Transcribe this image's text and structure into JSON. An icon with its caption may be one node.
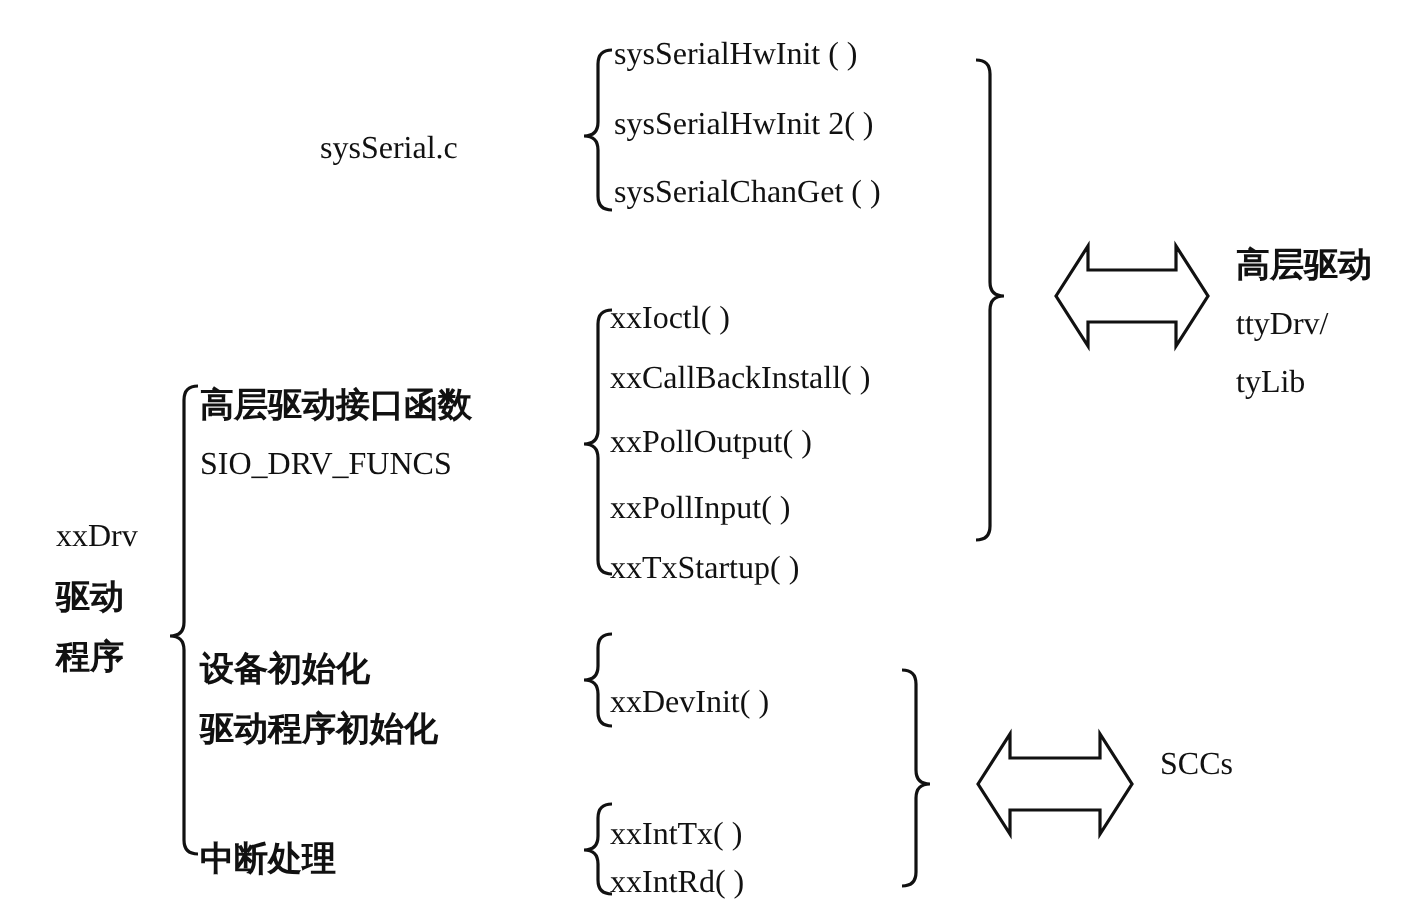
{
  "diagram": {
    "nodes": [
      {
        "text": [
          "sysSerial.c"
        ]
      },
      {
        "text": [
          "sysSerialHwInit ( )"
        ]
      },
      {
        "text": [
          "sysSerialHwInit 2( )"
        ]
      },
      {
        "text": [
          "sysSerialChanGet ( )"
        ]
      },
      {
        "text": [
          "高层驱动",
          "ttyDrv/ tyLib"
        ]
      },
      {
        "text": [
          "xxIoctl( )"
        ]
      },
      {
        "text": [
          "xxCallBackInstall( )"
        ]
      },
      {
        "text": [
          "高层驱动接口函数",
          "SIO_DRV_FUNCS"
        ]
      },
      {
        "text": [
          "xxPollOutput( )"
        ]
      },
      {
        "text": [
          "xxPollInput( )"
        ]
      },
      {
        "text": [
          "xxDrv",
          "驱动程序"
        ]
      },
      {
        "text": [
          "xxTxStartup( )"
        ]
      },
      {
        "text": [
          "设备初始化",
          "驱动程序初始化"
        ]
      },
      {
        "text": [
          "xxDevInit( )"
        ]
      },
      {
        "text": [
          "SCCs"
        ]
      },
      {
        "text": [
          "xxIntTx( )"
        ]
      },
      {
        "text": [
          "中断处理"
        ]
      },
      {
        "text": [
          "xxIntRd( )"
        ]
      }
    ],
    "edges": [
      {
        "from": null,
        "to": 4,
        "arrow": "both"
      },
      {
        "from": null,
        "to": 14,
        "arrow": "both"
      }
    ]
  }
}
